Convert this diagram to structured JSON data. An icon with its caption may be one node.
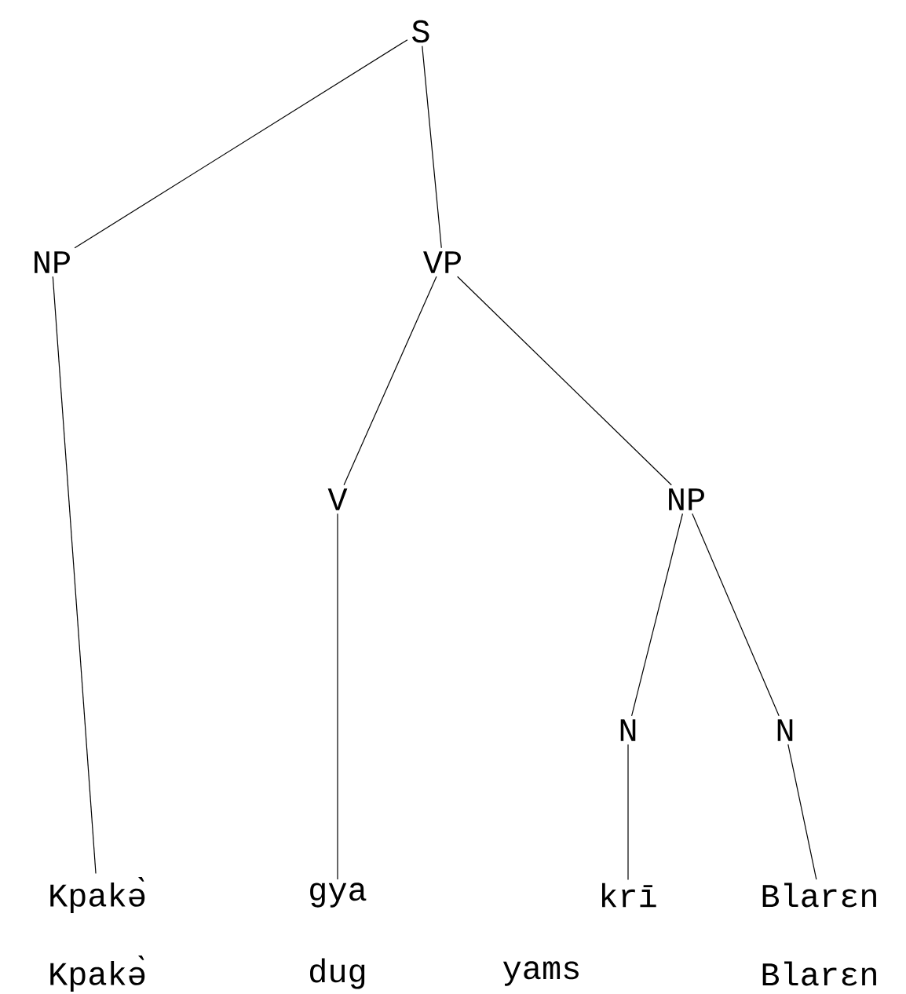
{
  "diagram": {
    "nodes": [
      {
        "text": [
          "S"
        ]
      },
      {
        "text": [
          "NP"
        ]
      },
      {
        "text": [
          "VP"
        ]
      },
      {
        "text": [
          "V"
        ]
      },
      {
        "text": [
          "NP"
        ]
      },
      {
        "text": [
          "N"
        ]
      },
      {
        "text": [
          "N"
        ]
      },
      {
        "text": [
          "Kpakə̀"
        ]
      },
      {
        "text": [
          "gya"
        ]
      },
      {
        "text": [
          "krī"
        ]
      },
      {
        "text": [
          "Blarɛn"
        ]
      }
    ],
    "edges": [
      {
        "from": 0,
        "to": 1,
        "arrow": "none"
      },
      {
        "from": 0,
        "to": 2,
        "arrow": "none"
      },
      {
        "from": 1,
        "to": 7,
        "arrow": "none"
      },
      {
        "from": 2,
        "to": 3,
        "arrow": "none"
      },
      {
        "from": 2,
        "to": 4,
        "arrow": "none"
      },
      {
        "from": 3,
        "to": 8,
        "arrow": "none"
      },
      {
        "from": 4,
        "to": 5,
        "arrow": "none"
      },
      {
        "from": 4,
        "to": 6,
        "arrow": "none"
      },
      {
        "from": 5,
        "to": 9,
        "arrow": "none"
      },
      {
        "from": 6,
        "to": 10,
        "arrow": "none"
      }
    ],
    "labels": [
      "Kpakə̀",
      "dug",
      "yams",
      "Blarɛn"
    ]
  }
}
